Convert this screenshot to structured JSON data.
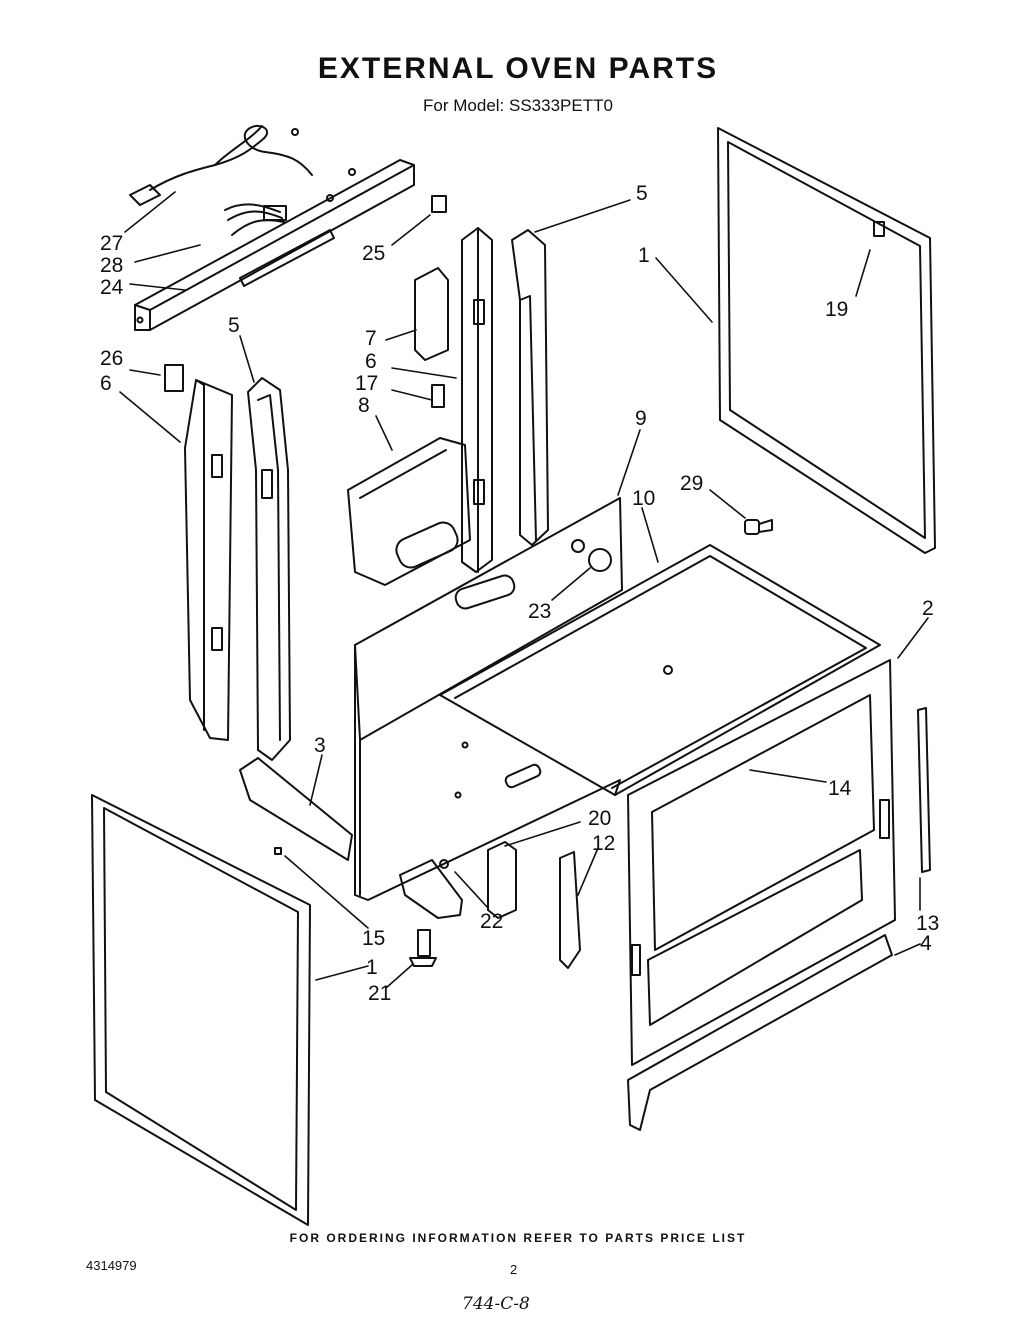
{
  "header": {
    "title": "EXTERNAL OVEN PARTS",
    "model": "For Model: SS333PETT0"
  },
  "callouts": [
    {
      "id": "c27",
      "label": "27"
    },
    {
      "id": "c28",
      "label": "28"
    },
    {
      "id": "c24",
      "label": "24"
    },
    {
      "id": "c25",
      "label": "25"
    },
    {
      "id": "c5a",
      "label": "5"
    },
    {
      "id": "c1a",
      "label": "1"
    },
    {
      "id": "c19",
      "label": "19"
    },
    {
      "id": "c26",
      "label": "26"
    },
    {
      "id": "c6a",
      "label": "6"
    },
    {
      "id": "c5b",
      "label": "5"
    },
    {
      "id": "c7",
      "label": "7"
    },
    {
      "id": "c6b",
      "label": "6"
    },
    {
      "id": "c17",
      "label": "17"
    },
    {
      "id": "c8",
      "label": "8"
    },
    {
      "id": "c9",
      "label": "9"
    },
    {
      "id": "c10",
      "label": "10"
    },
    {
      "id": "c29",
      "label": "29"
    },
    {
      "id": "c23",
      "label": "23"
    },
    {
      "id": "c2",
      "label": "2"
    },
    {
      "id": "c3",
      "label": "3"
    },
    {
      "id": "c14",
      "label": "14"
    },
    {
      "id": "c20",
      "label": "20"
    },
    {
      "id": "c12",
      "label": "12"
    },
    {
      "id": "c13",
      "label": "13"
    },
    {
      "id": "c15",
      "label": "15"
    },
    {
      "id": "c22",
      "label": "22"
    },
    {
      "id": "c4",
      "label": "4"
    },
    {
      "id": "c1b",
      "label": "1"
    },
    {
      "id": "c21",
      "label": "21"
    }
  ],
  "footer": {
    "ordering_note": "FOR ORDERING INFORMATION REFER TO PARTS PRICE LIST",
    "doc_number": "4314979",
    "page_number": "2",
    "handwritten_note": "744-C-8"
  }
}
